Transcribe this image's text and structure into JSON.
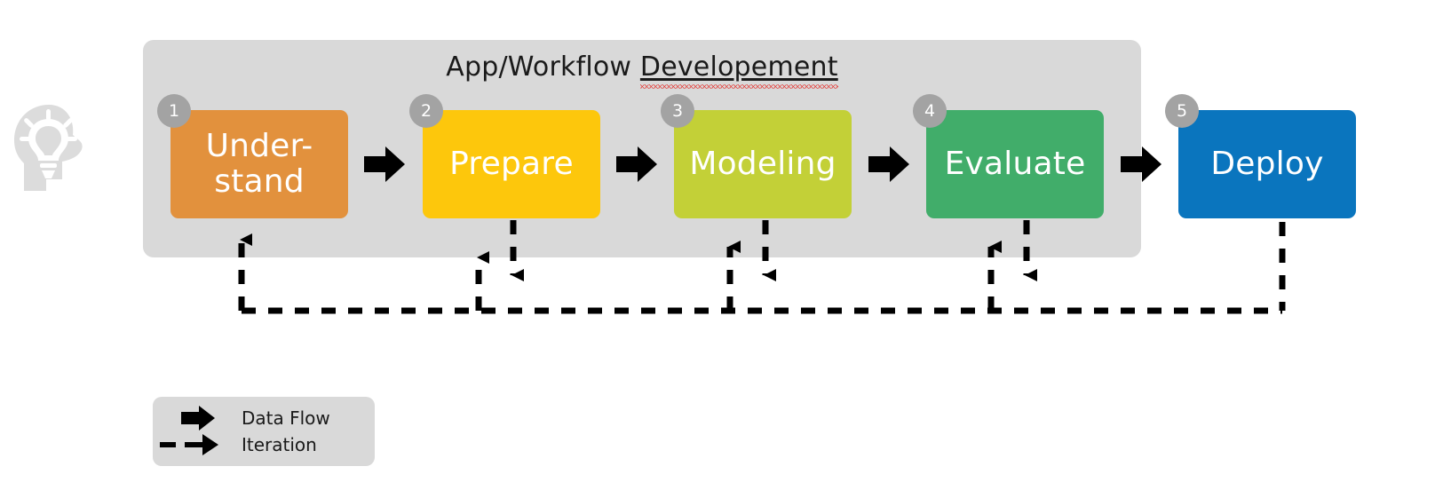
{
  "diagram": {
    "title": "App/Workflow Developement",
    "title_plain": "App/Workflow ",
    "title_misspelled": "Developement",
    "container_color": "#d9d9d9",
    "idea_icon": "head-lightbulb-icon"
  },
  "stages": [
    {
      "number": "1",
      "label": "Under-\nstand",
      "line1": "Under-",
      "line2": "stand",
      "color": "#e2913d",
      "name": "understand"
    },
    {
      "number": "2",
      "label": "Prepare",
      "line1": "Prepare",
      "line2": "",
      "color": "#fdc70c",
      "name": "prepare"
    },
    {
      "number": "3",
      "label": "Modeling",
      "line1": "Modeling",
      "line2": "",
      "color": "#c3d037",
      "name": "modeling"
    },
    {
      "number": "4",
      "label": "Evaluate",
      "line1": "Evaluate",
      "line2": "",
      "color": "#41ad6a",
      "name": "evaluate"
    },
    {
      "number": "5",
      "label": "Deploy",
      "line1": "Deploy",
      "line2": "",
      "color": "#0a75be",
      "name": "deploy"
    }
  ],
  "legend": {
    "items": [
      {
        "label": "Data Flow",
        "glyph": "solid-block-arrow"
      },
      {
        "label": "Iteration",
        "glyph": "dashed-arrow"
      }
    ]
  },
  "colors": {
    "arrow": "#000000",
    "badge": "#a3a3a3",
    "spellcheck_underline": "#e53935",
    "background": "#ffffff"
  }
}
